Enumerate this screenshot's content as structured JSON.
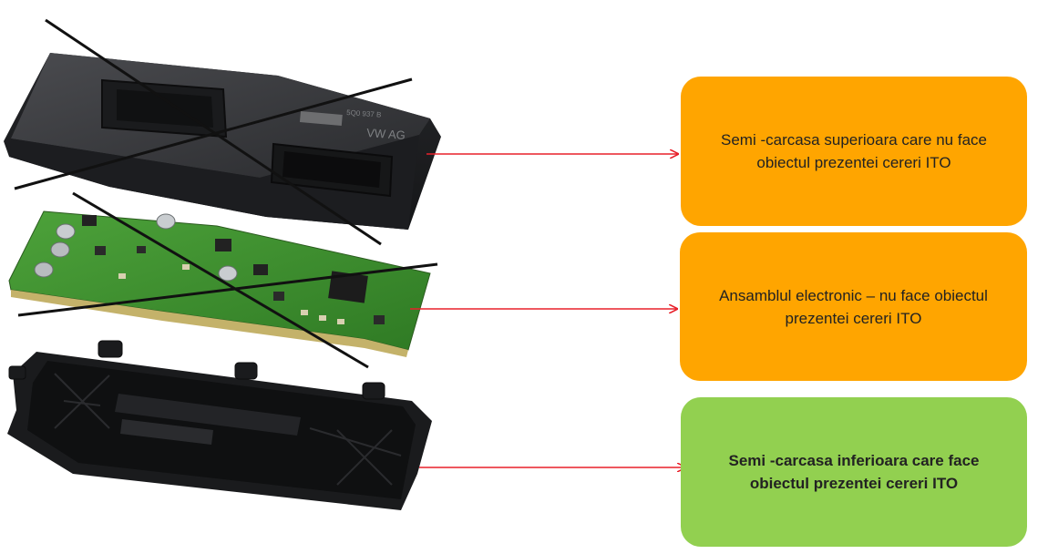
{
  "colors": {
    "excluded_box": "#FFA500",
    "included_box": "#92D050",
    "arrow": "#E8202A",
    "cross_line": "#111111"
  },
  "parts": [
    {
      "id": "upper-housing",
      "label": "Semi -carcasa superioara care nu face obiectul prezentei cereri ITO",
      "status": "excluded",
      "crossed_out": true
    },
    {
      "id": "electronic-assembly",
      "label": "Ansamblul electronic – nu face obiectul prezentei cereri ITO",
      "status": "excluded",
      "crossed_out": true
    },
    {
      "id": "lower-housing",
      "label": "Semi -carcasa inferioara care face obiectul prezentei cereri ITO",
      "status": "included",
      "crossed_out": false
    }
  ],
  "housing_marking": {
    "brand": "VW AG",
    "part_no": "5Q0 937 B"
  }
}
